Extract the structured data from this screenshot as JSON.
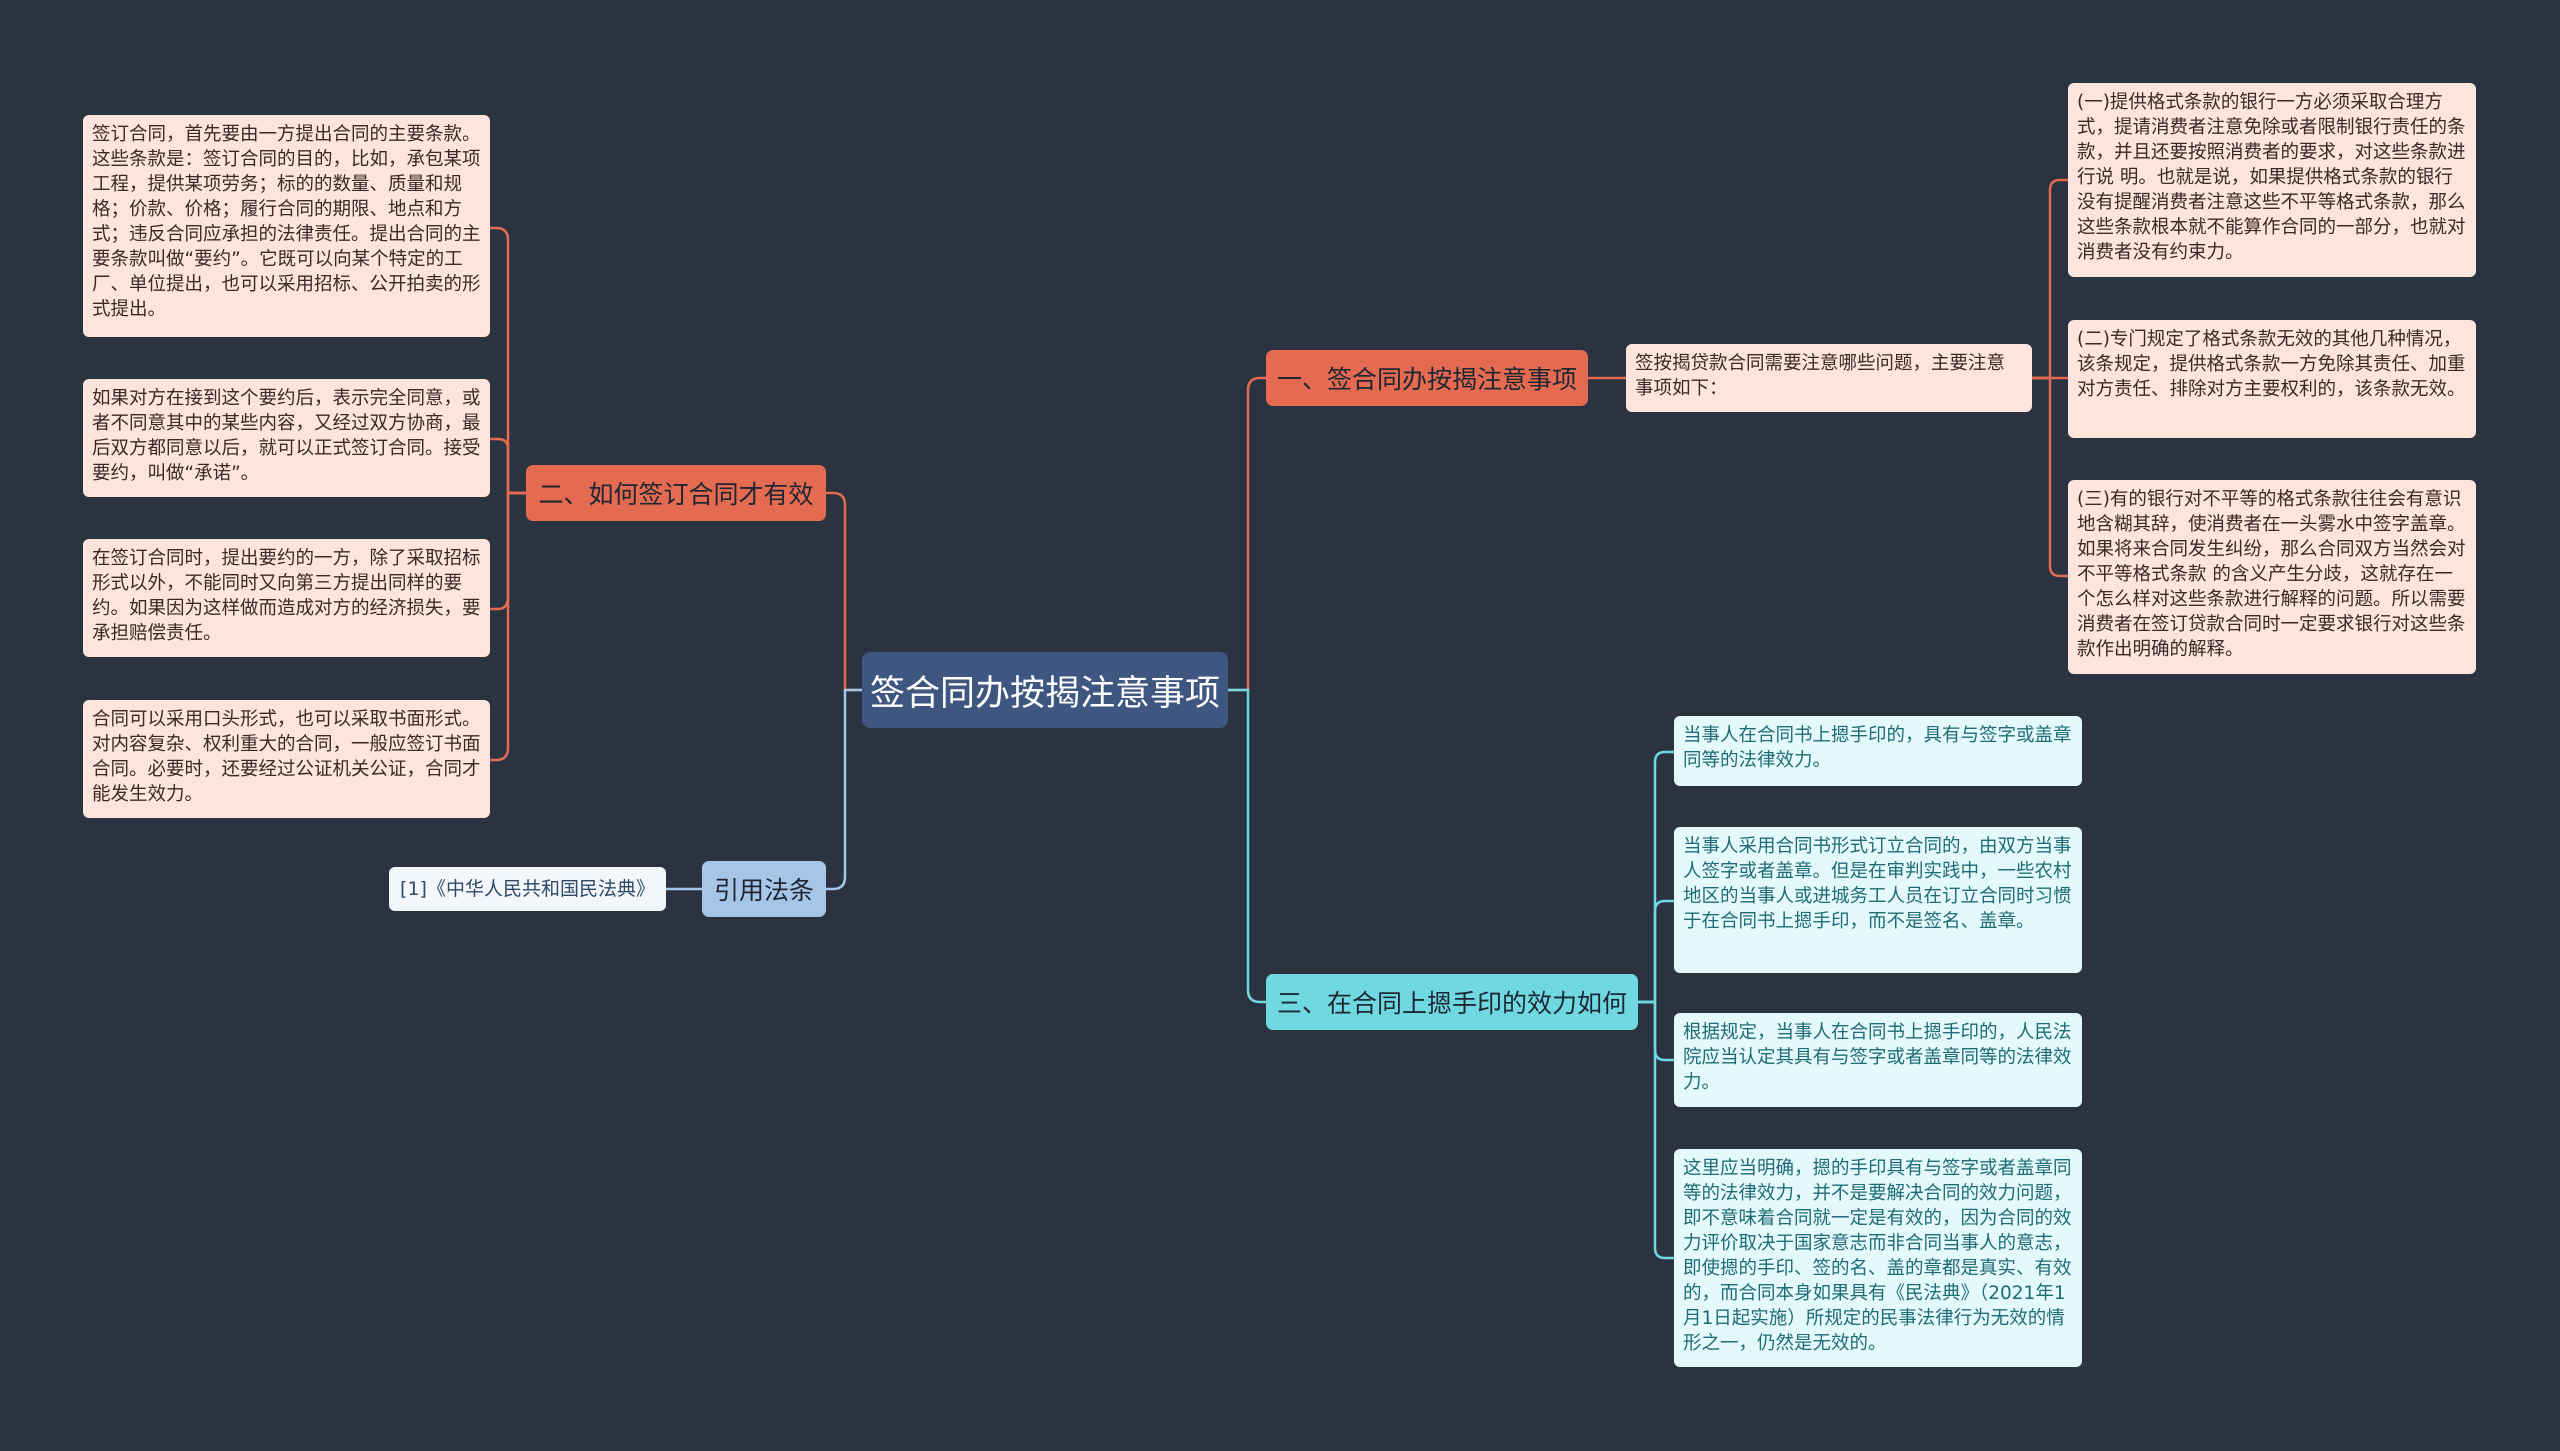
{
  "root": {
    "label": "签合同办按揭注意事项"
  },
  "branch1": {
    "label": "一、签合同办按揭注意事项",
    "intro": "签按揭贷款合同需要注意哪些问题，主要注意事项如下：",
    "items": [
      "(一)提供格式条款的银行一方必须采取合理方式，提请消费者注意免除或者限制银行责任的条款，并且还要按照消费者的要求，对这些条款进行说 明。也就是说，如果提供格式条款的银行没有提醒消费者注意这些不平等格式条款，那么这些条款根本就不能算作合同的一部分，也就对消费者没有约束力。",
      "(二)专门规定了格式条款无效的其他几种情况，该条规定，提供格式条款一方免除其责任、加重对方责任、排除对方主要权利的，该条款无效。",
      "(三)有的银行对不平等的格式条款往往会有意识地含糊其辞，使消费者在一头雾水中签字盖章。如果将来合同发生纠纷，那么合同双方当然会对不平等格式条款 的含义产生分歧，这就存在一个怎么样对这些条款进行解释的问题。所以需要消费者在签订贷款合同时一定要求银行对这些条款作出明确的解释。"
    ]
  },
  "branch2": {
    "label": "二、如何签订合同才有效",
    "items": [
      "签订合同，首先要由一方提出合同的主要条款。这些条款是：签订合同的目的，比如，承包某项工程，提供某项劳务；标的的数量、质量和规格；价款、价格；履行合同的期限、地点和方式；违反合同应承担的法律责任。提出合同的主要条款叫做“要约”。它既可以向某个特定的工厂、单位提出，也可以采用招标、公开拍卖的形式提出。",
      "如果对方在接到这个要约后，表示完全同意，或者不同意其中的某些内容，又经过双方协商，最后双方都同意以后，就可以正式签订合同。接受要约，叫做“承诺”。",
      "在签订合同时，提出要约的一方，除了采取招标形式以外，不能同时又向第三方提出同样的要约。如果因为这样做而造成对方的经济损失，要承担赔偿责任。",
      "合同可以采用口头形式，也可以采取书面形式。对内容复杂、权利重大的合同，一般应签订书面合同。必要时，还要经过公证机关公证，合同才能发生效力。"
    ]
  },
  "branch3": {
    "label": "三、在合同上摁手印的效力如何",
    "items": [
      "当事人在合同书上摁手印的，具有与签字或盖章同等的法律效力。",
      "当事人采用合同书形式订立合同的，由双方当事人签字或者盖章。但是在审判实践中，一些农村地区的当事人或进城务工人员在订立合同时习惯于在合同书上摁手印，而不是签名、盖章。",
      "根据规定，当事人在合同书上摁手印的，人民法院应当认定其具有与签字或者盖章同等的法律效力。",
      "这里应当明确，摁的手印具有与签字或者盖章同等的法律效力，并不是要解决合同的效力问题，即不意味着合同就一定是有效的，因为合同的效力评价取决于国家意志而非合同当事人的意志，即使摁的手印、签的名、盖的章都是真实、有效的，而合同本身如果具有《民法典》（2021年1月1日起实施）所规定的民事法律行为无效的情形之一，仍然是无效的。"
    ]
  },
  "branch4": {
    "label": "引用法条",
    "items": [
      "[1]《中华人民共和国民法典》"
    ]
  },
  "colors": {
    "background": "#2b3240",
    "orange": "#e46a50",
    "cyan": "#6fd8e1",
    "blue": "#a5c6e6",
    "root": "#3e5680"
  }
}
